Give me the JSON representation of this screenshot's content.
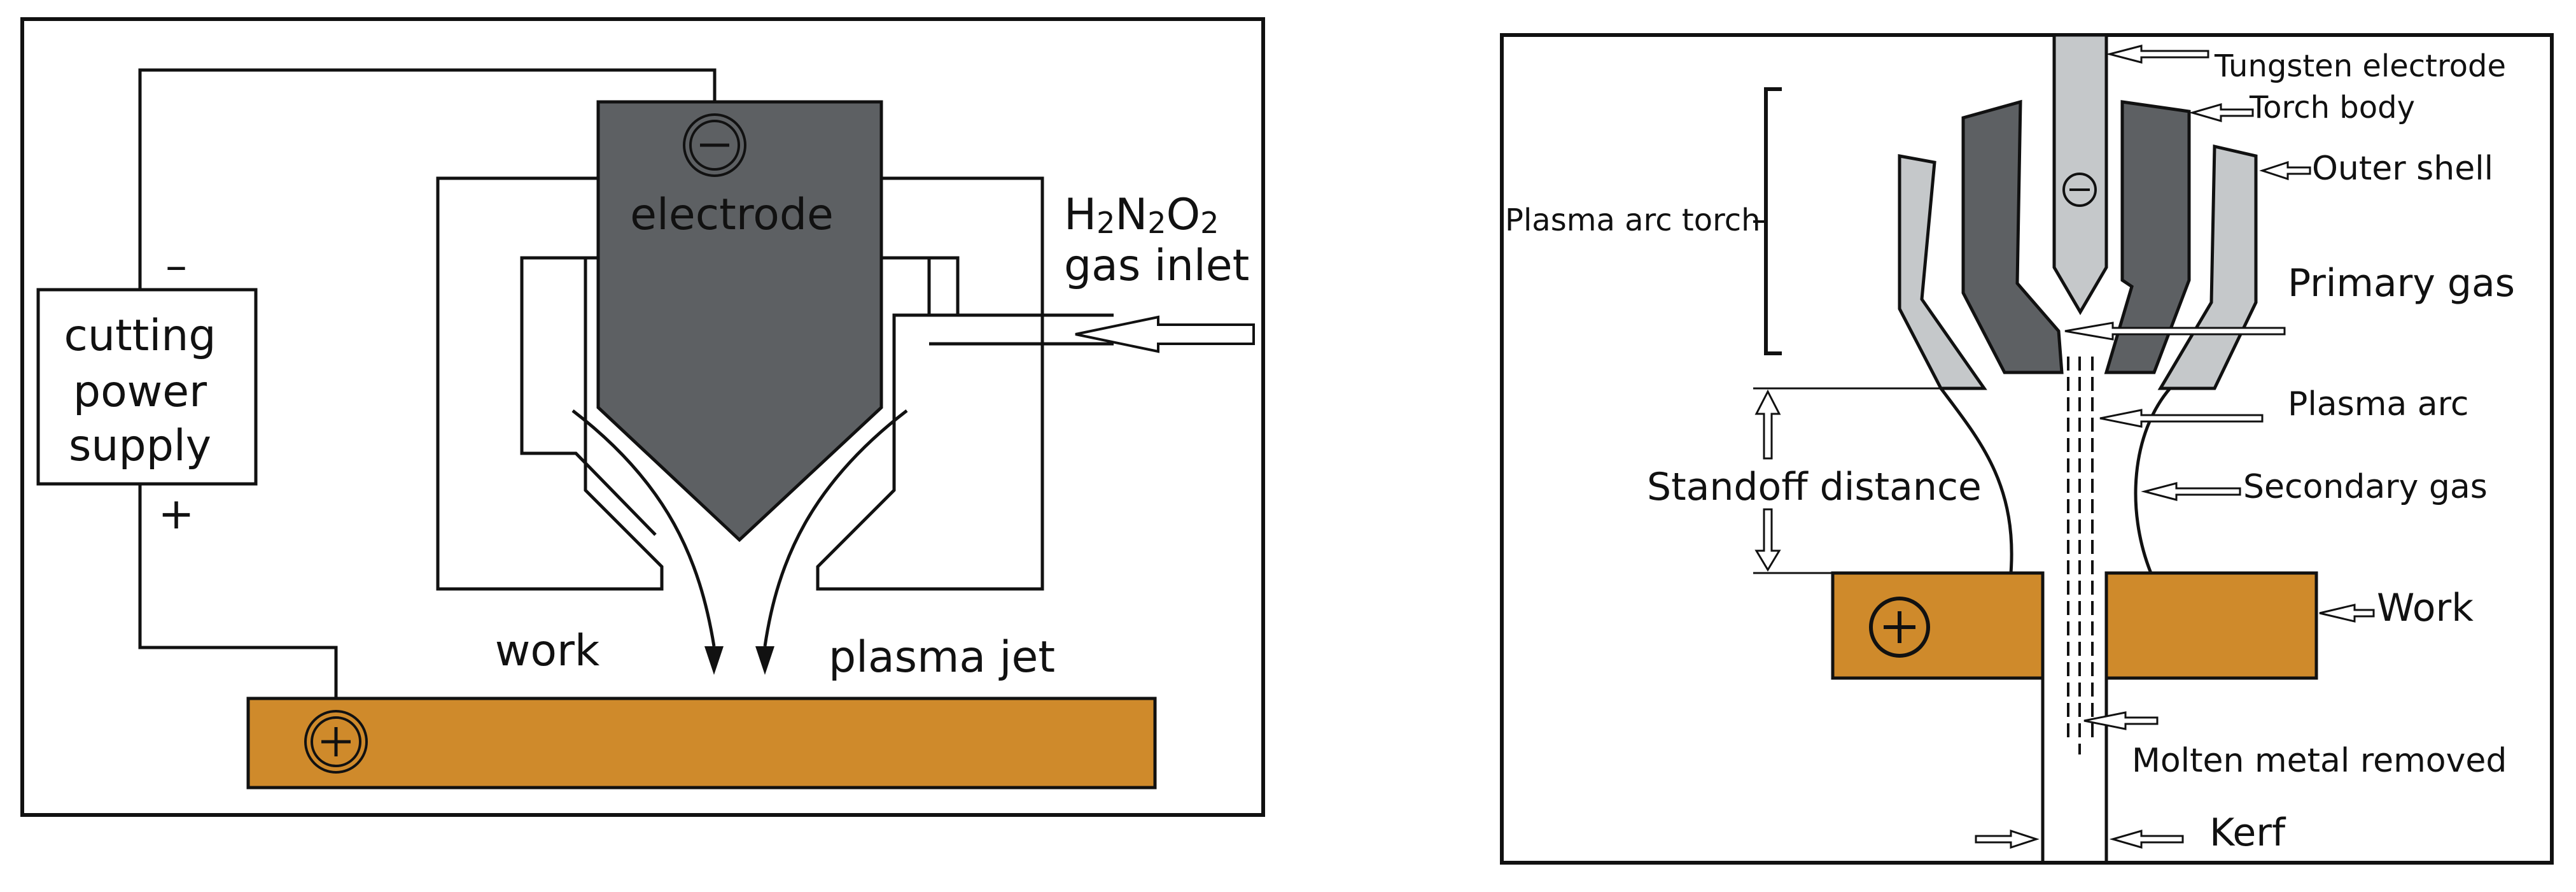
{
  "colors": {
    "electrode_fill": "#5d6063",
    "shell_fill": "#c5c8ca",
    "work_fill": "#cf8a2b",
    "line": "#111111",
    "background": "#ffffff"
  },
  "left_diagram": {
    "power_supply_label": [
      "cutting",
      "power",
      "supply"
    ],
    "minus_sign": "–",
    "plus_sign": "+",
    "electrode_label": "electrode",
    "electrode_symbol": "⊖",
    "work_symbol": "⊕",
    "gas_label": {
      "parts": [
        "H",
        "2",
        "N",
        "2",
        "O",
        "2"
      ],
      "line2": "gas inlet"
    },
    "work_label": "work",
    "plasma_jet_label": "plasma jet"
  },
  "right_diagram": {
    "tungsten_electrode": "Tungsten electrode",
    "torch_body": "Torch body",
    "outer_shell": "Outer shell",
    "plasma_arc_torch": "Plasma arc torch",
    "primary_gas": "Primary gas",
    "plasma_arc": "Plasma arc",
    "standoff_distance": "Standoff distance",
    "secondary_gas": "Secondary gas",
    "work": "Work",
    "molten_metal_removed": "Molten metal removed",
    "kerf": "Kerf",
    "electrode_symbol": "⊖",
    "work_symbol": "⊕"
  }
}
